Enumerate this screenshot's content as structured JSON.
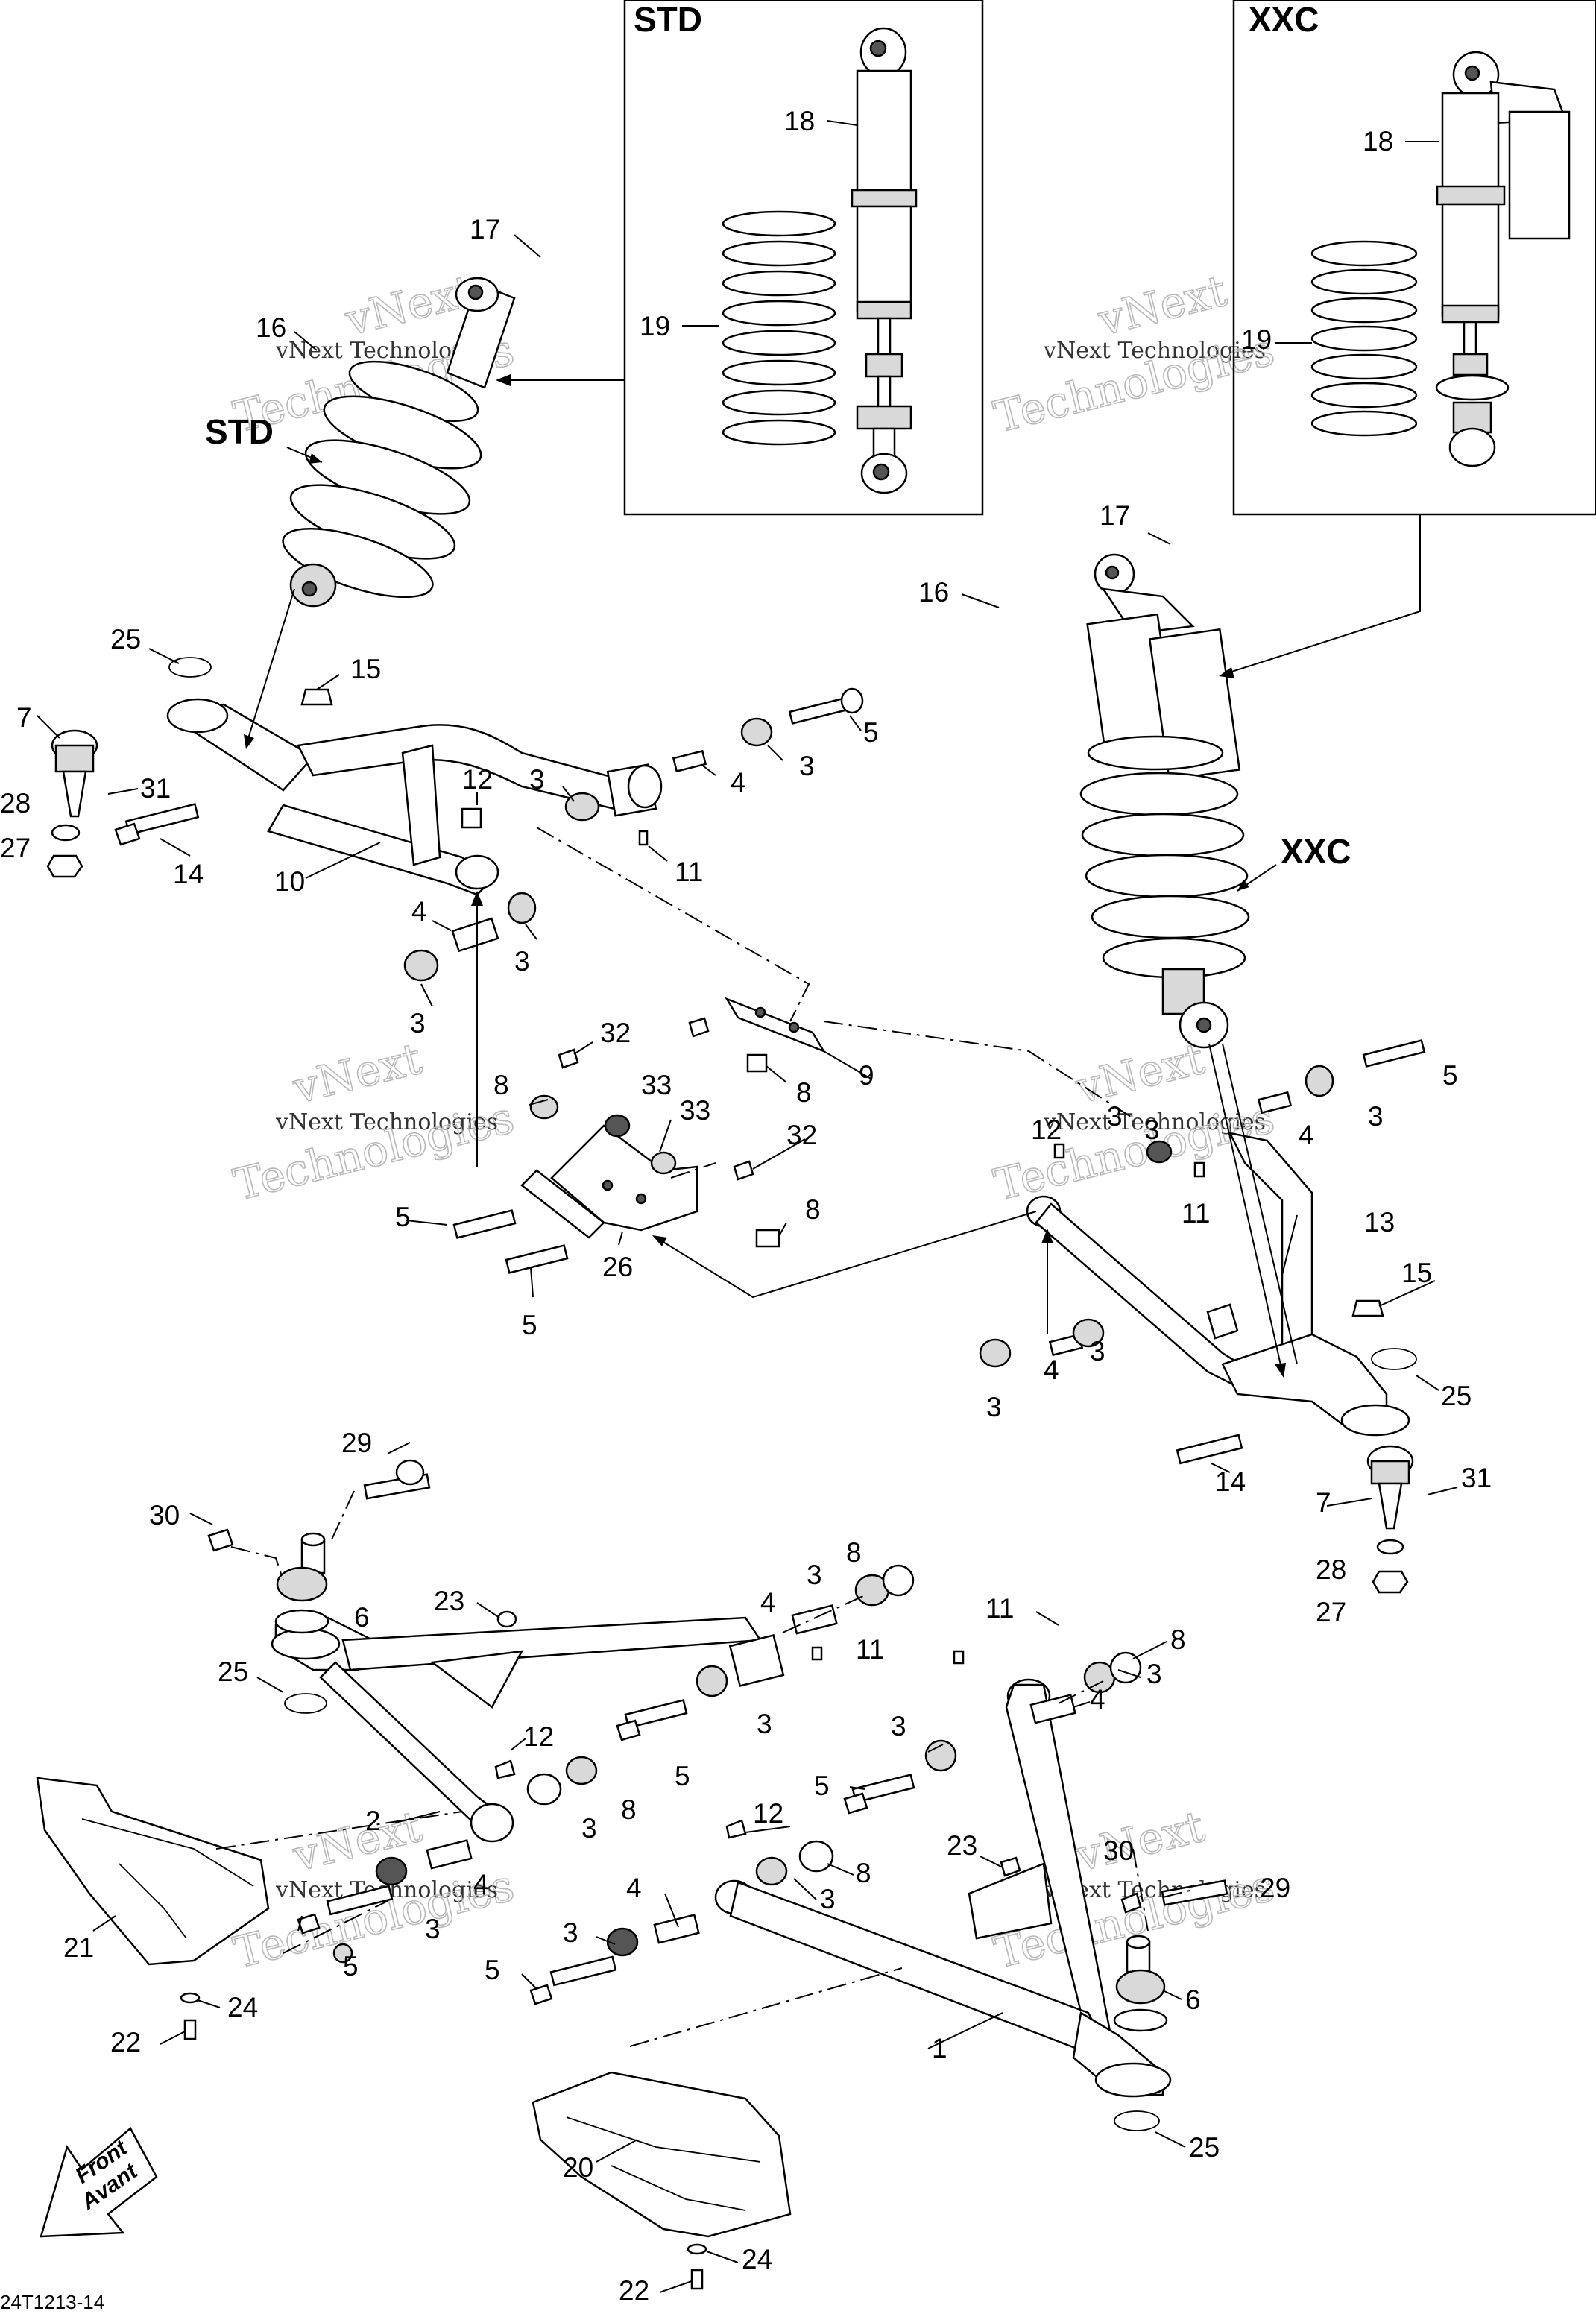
{
  "labels": {
    "std_box_title": "STD",
    "xxc_box_title": "XXC",
    "std_shock_label": "STD",
    "xxc_shock_label": "XXC",
    "front_line1": "Front",
    "front_line2": "Avant",
    "document_id": "24T1213-14"
  },
  "watermark": {
    "line1": "vNext",
    "line2": "vNext Technologies",
    "line3": "Technologies"
  },
  "callouts": [
    "17",
    "16",
    "18",
    "19",
    "18",
    "19",
    "17",
    "16",
    "25",
    "15",
    "7",
    "31",
    "28",
    "27",
    "14",
    "10",
    "12",
    "3",
    "4",
    "3",
    "5",
    "11",
    "4",
    "3",
    "3",
    "32",
    "8",
    "33",
    "33",
    "32",
    "8",
    "9",
    "8",
    "5",
    "26",
    "5",
    "5",
    "3",
    "4",
    "3",
    "12",
    "3",
    "11",
    "13",
    "15",
    "3",
    "4",
    "3",
    "25",
    "14",
    "7",
    "31",
    "28",
    "27",
    "29",
    "30",
    "6",
    "23",
    "8",
    "3",
    "4",
    "11",
    "25",
    "12",
    "5",
    "3",
    "2",
    "8",
    "3",
    "4",
    "3",
    "5",
    "21",
    "24",
    "22",
    "11",
    "8",
    "3",
    "4",
    "3",
    "5",
    "12",
    "23",
    "30",
    "29",
    "8",
    "3",
    "4",
    "3",
    "5",
    "6",
    "1",
    "20",
    "25",
    "24",
    "22"
  ]
}
